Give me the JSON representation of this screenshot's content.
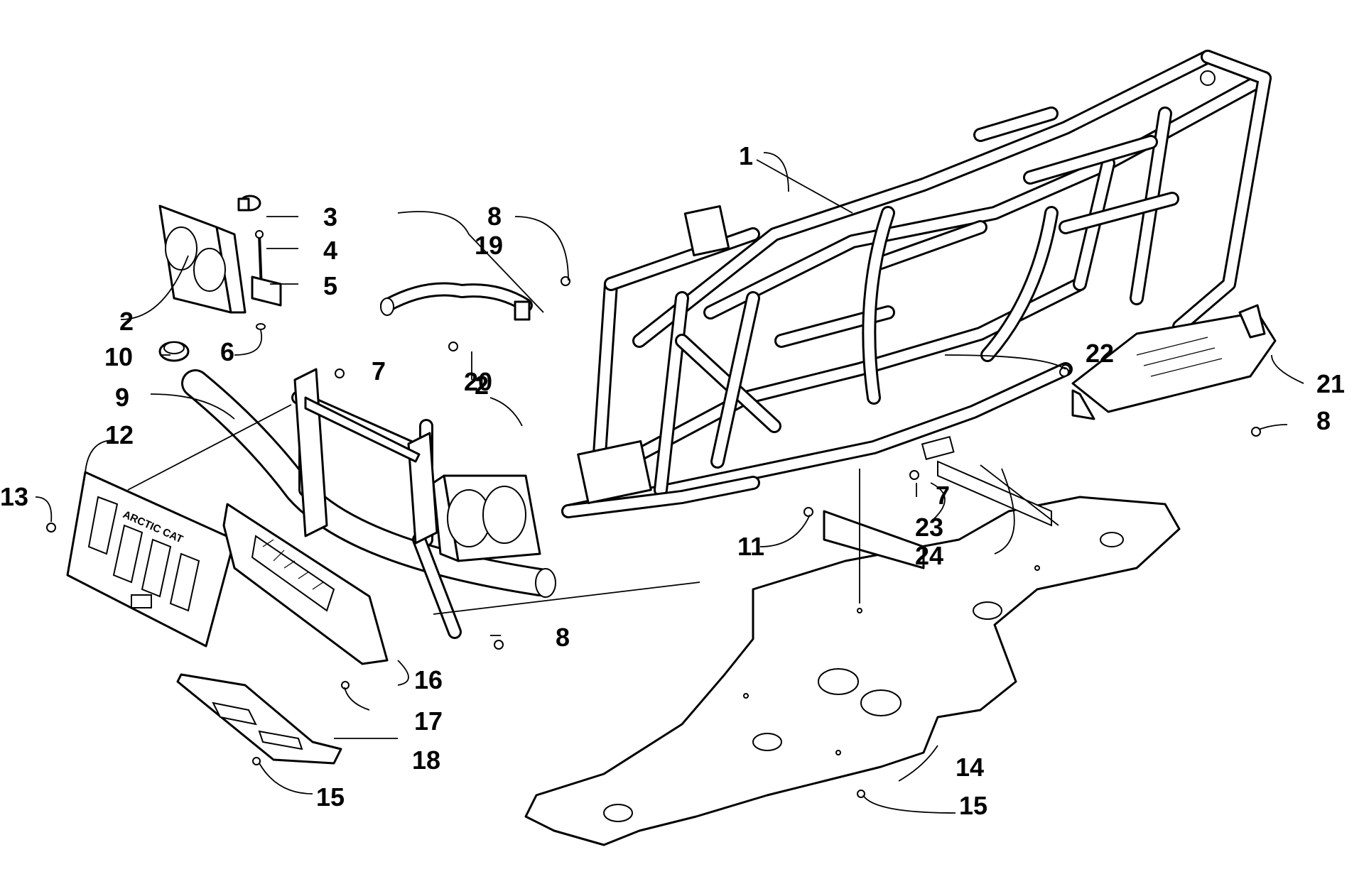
{
  "diagram": {
    "logo_text": "ARCTIC CAT",
    "callouts": {
      "c1": "1",
      "c2a": "2",
      "c2b": "2",
      "c3": "3",
      "c4": "4",
      "c5": "5",
      "c6": "6",
      "c7a": "7",
      "c7b": "7",
      "c8a": "8",
      "c8b": "8",
      "c8c": "8",
      "c9": "9",
      "c10": "10",
      "c11": "11",
      "c12": "12",
      "c13": "13",
      "c14": "14",
      "c15a": "15",
      "c15b": "15",
      "c16": "16",
      "c17": "17",
      "c18": "18",
      "c19": "19",
      "c20": "20",
      "c21": "21",
      "c22": "22",
      "c23": "23",
      "c24": "24"
    }
  }
}
